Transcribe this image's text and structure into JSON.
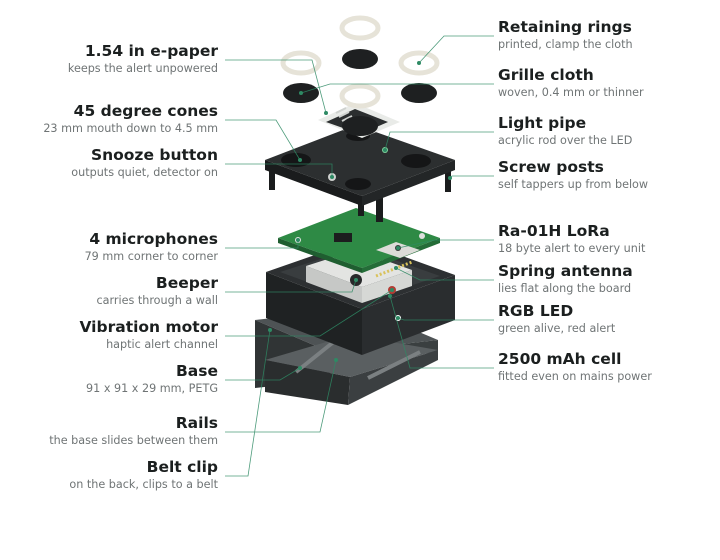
{
  "accent_color": "#2e8a64",
  "left_callouts": [
    {
      "title": "1.54 in e-paper",
      "subtitle": "keeps the alert unpowered"
    },
    {
      "title": "45 degree cones",
      "subtitle": "23 mm mouth down to 4.5 mm"
    },
    {
      "title": "Snooze button",
      "subtitle": "outputs quiet, detector on"
    },
    {
      "title": "4 microphones",
      "subtitle": "79 mm corner to corner"
    },
    {
      "title": "Beeper",
      "subtitle": "carries through a wall"
    },
    {
      "title": "Vibration motor",
      "subtitle": "haptic alert channel"
    },
    {
      "title": "Base",
      "subtitle": "91 x 91 x 29 mm, PETG"
    },
    {
      "title": "Rails",
      "subtitle": "the base slides between them"
    },
    {
      "title": "Belt clip",
      "subtitle": "on the back, clips to a belt"
    }
  ],
  "right_callouts": [
    {
      "title": "Retaining rings",
      "subtitle": "printed, clamp the cloth"
    },
    {
      "title": "Grille cloth",
      "subtitle": "woven, 0.4 mm or thinner"
    },
    {
      "title": "Light pipe",
      "subtitle": "acrylic rod over the LED"
    },
    {
      "title": "Screw posts",
      "subtitle": "self tappers up from below"
    },
    {
      "title": "Ra-01H LoRa",
      "subtitle": "18 byte alert to every unit"
    },
    {
      "title": "Spring antenna",
      "subtitle": "lies flat along the board"
    },
    {
      "title": "RGB LED",
      "subtitle": "green alive, red alert"
    },
    {
      "title": "2500 mAh cell",
      "subtitle": "fitted even on mains power"
    }
  ]
}
